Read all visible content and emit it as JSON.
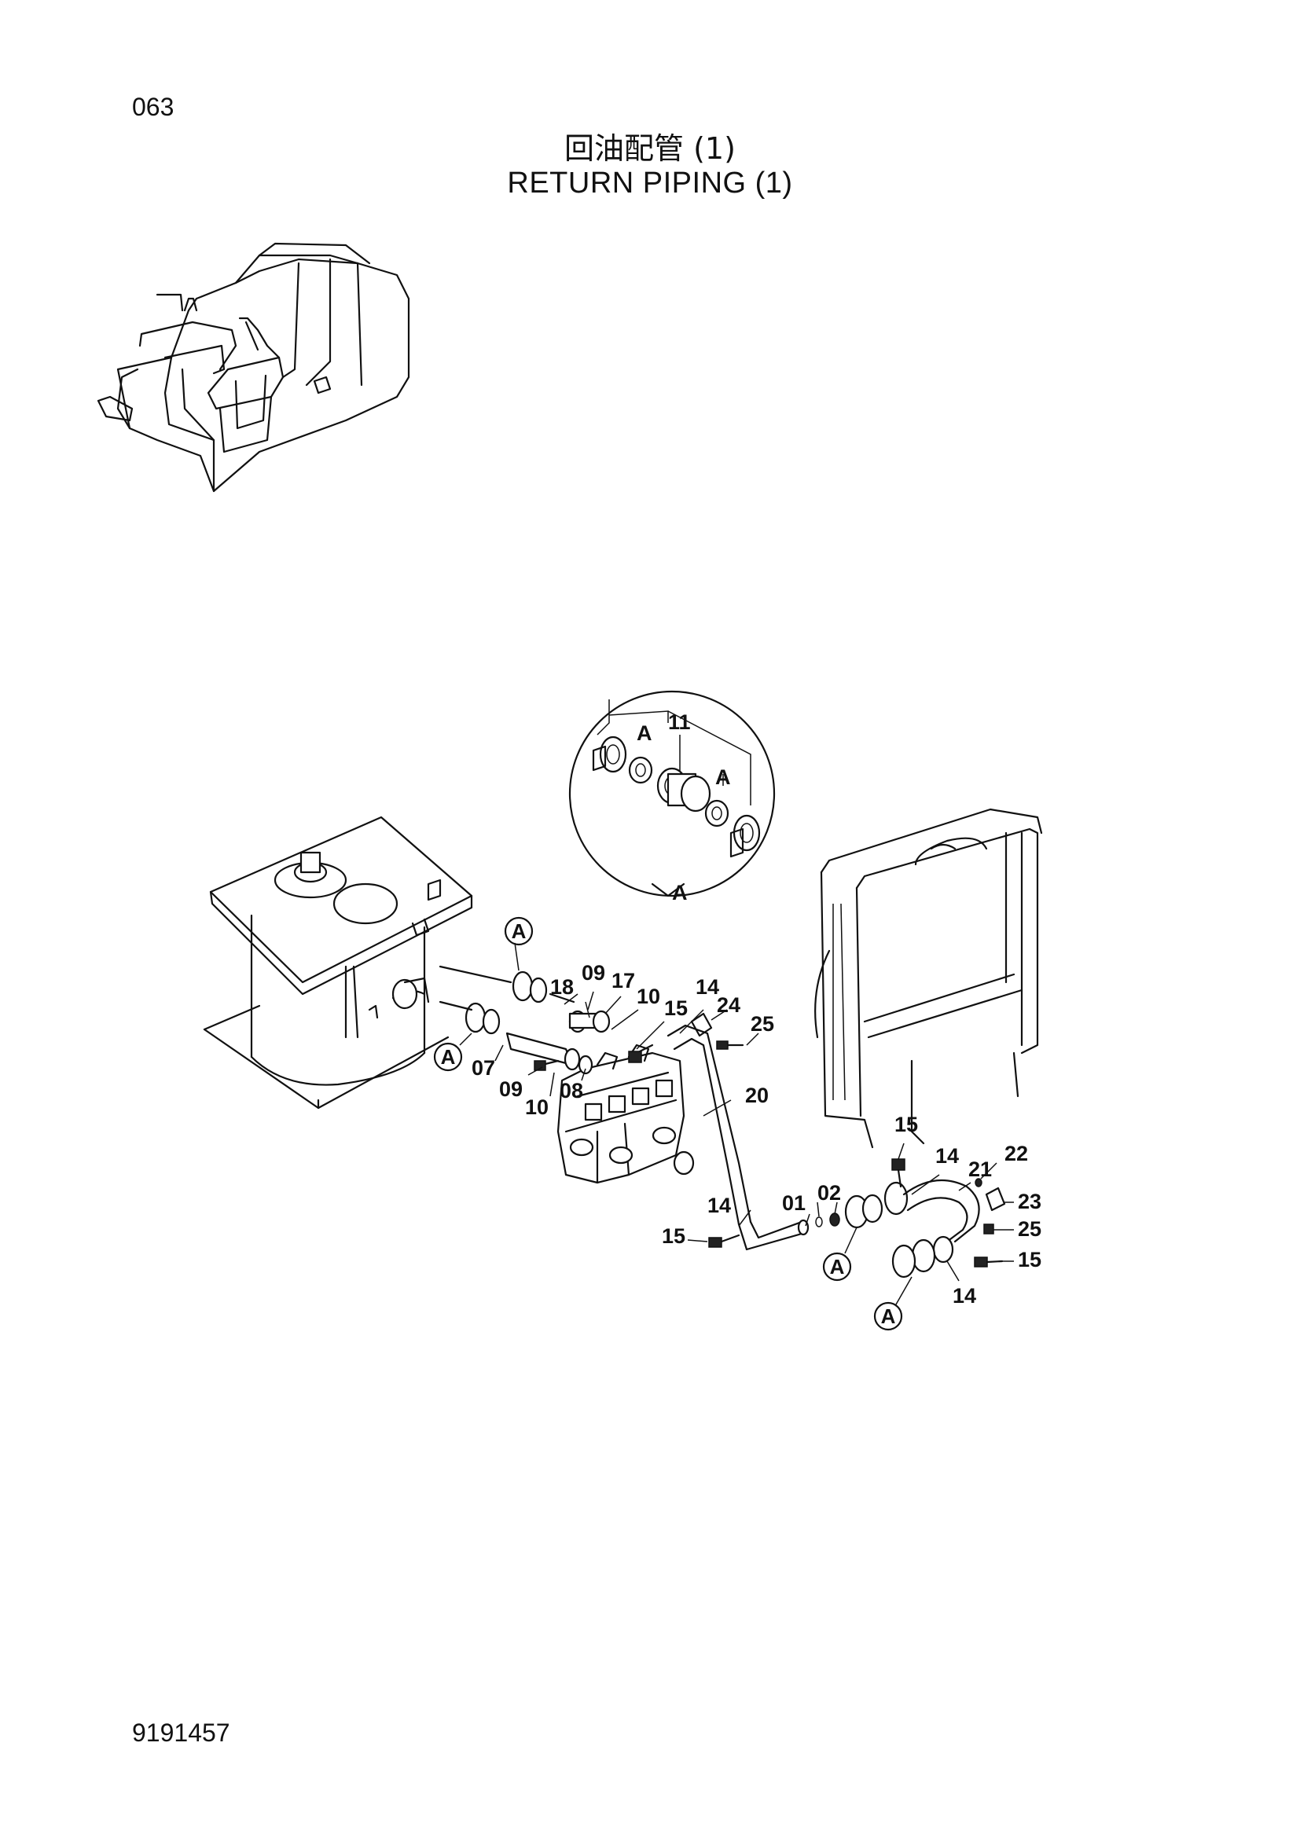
{
  "page": {
    "page_number": "063",
    "title_cn": "回油配管 (1)",
    "title_en": "RETURN PIPING (1)",
    "doc_number": "9191457"
  },
  "diagram": {
    "detail_label": "A",
    "ref_marker": "A",
    "callouts": {
      "c01": "01",
      "c02": "02",
      "c07": "07",
      "c08": "08",
      "c09a": "09",
      "c09b": "09",
      "c10a": "10",
      "c10b": "10",
      "c11": "11",
      "c14a": "14",
      "c14b": "14",
      "c14c": "14",
      "c14d": "14",
      "c15a": "15",
      "c15b": "15",
      "c15c": "15",
      "c15d": "15",
      "c17": "17",
      "c18": "18",
      "c20": "20",
      "c21": "21",
      "c22": "22",
      "c23": "23",
      "c24": "24",
      "c25a": "25",
      "c25b": "25"
    }
  }
}
